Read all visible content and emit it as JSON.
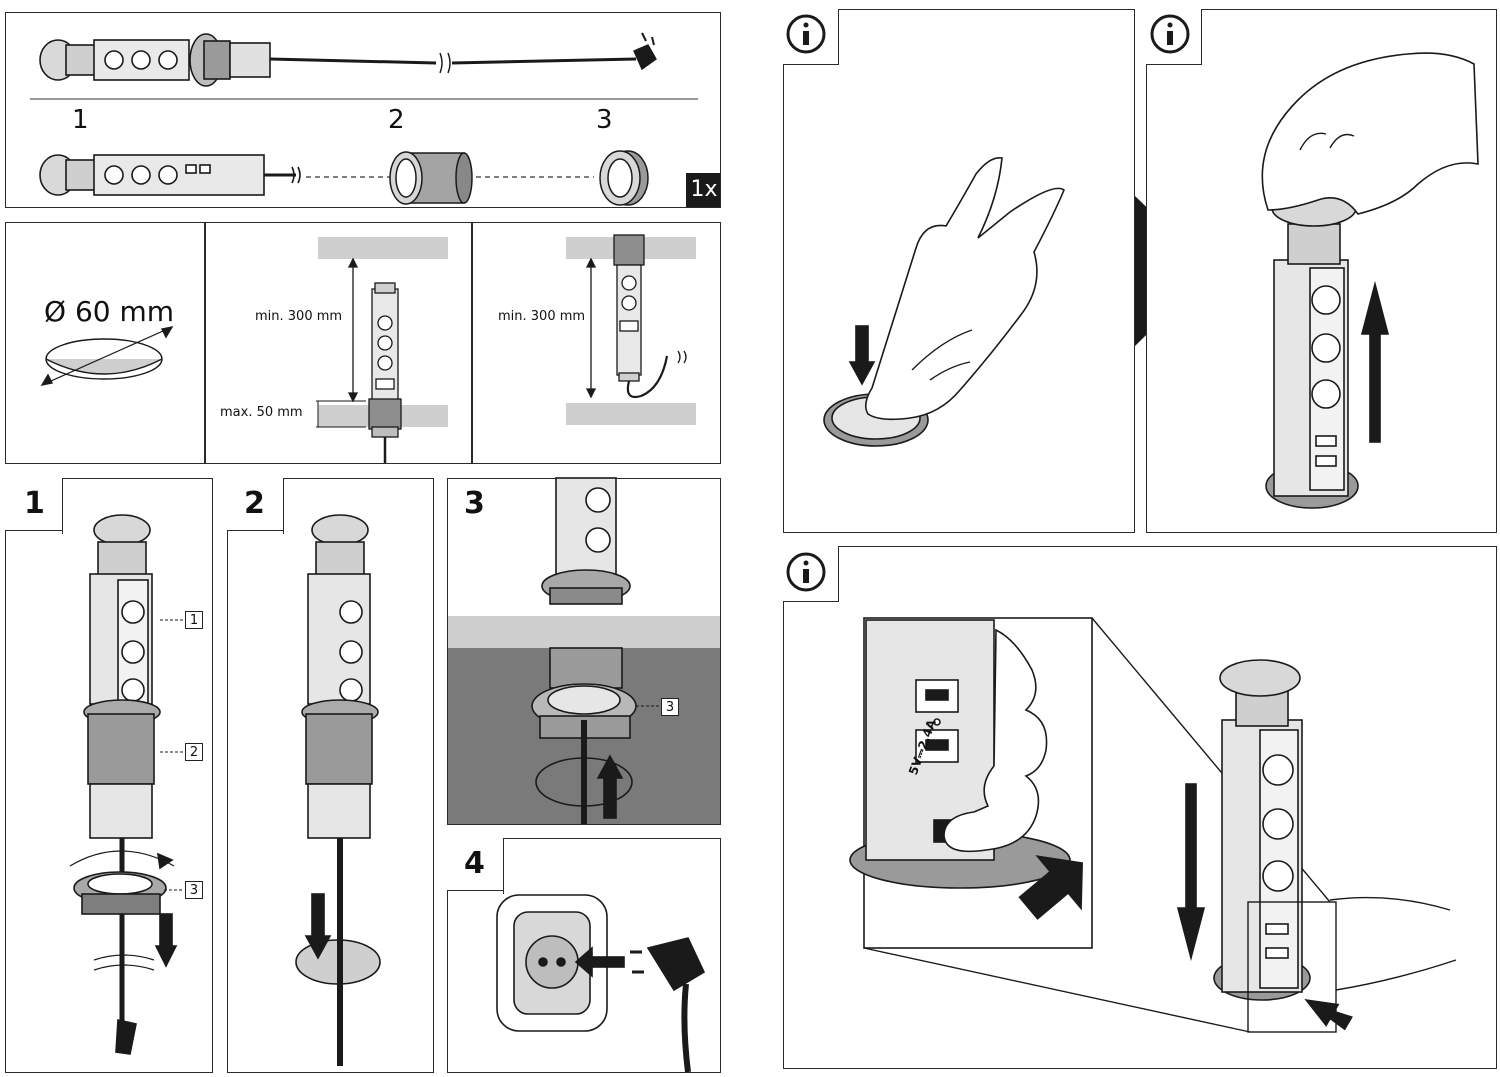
{
  "parts": {
    "labels": [
      "1",
      "2",
      "3"
    ],
    "quantity": "1x"
  },
  "specs": {
    "hole_diameter": "Ø 60 mm",
    "min_height_label": "min. 300 mm",
    "max_thickness_label": "max. 50 mm",
    "min_height_label_2": "min. 300 mm"
  },
  "steps": {
    "step1": "1",
    "step2": "2",
    "step3": "3",
    "step4": "4",
    "callouts": [
      "1",
      "2",
      "3",
      "3"
    ]
  },
  "usb_marking": "5V⎓2.4A",
  "icons": {
    "info": "info-icon",
    "arrow": "arrow-icon",
    "plug": "plug-icon",
    "hand": "hand-icon"
  },
  "colors": {
    "line": "#1a1a1a",
    "metal": "#d8d8d8",
    "metal_dark": "#8a8a8a",
    "counter": "#c8c8c8",
    "counter_dark": "#8c8c8c"
  }
}
